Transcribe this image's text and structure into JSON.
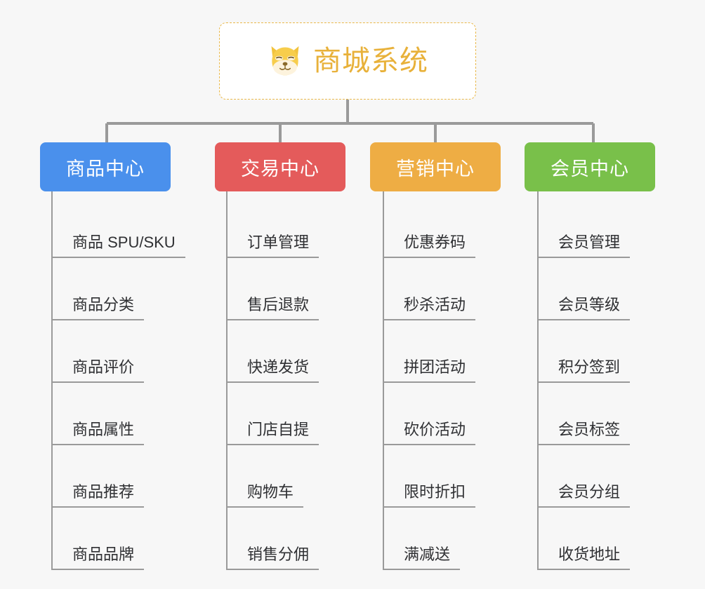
{
  "root": {
    "title": "商城系统",
    "icon": "shiba-dog-icon",
    "title_color": "#e8b13a",
    "border_color": "#e9b84a",
    "background": "#ffffff"
  },
  "canvas": {
    "background": "#f7f7f7",
    "connector_color": "#9a9a9a"
  },
  "branches": [
    {
      "label": "商品中心",
      "color": "#4a90ec",
      "items": [
        {
          "label": "商品 SPU/SKU"
        },
        {
          "label": "商品分类"
        },
        {
          "label": "商品评价"
        },
        {
          "label": "商品属性"
        },
        {
          "label": "商品推荐"
        },
        {
          "label": "商品品牌"
        }
      ]
    },
    {
      "label": "交易中心",
      "color": "#e45b5b",
      "items": [
        {
          "label": "订单管理"
        },
        {
          "label": "售后退款"
        },
        {
          "label": "快递发货"
        },
        {
          "label": "门店自提"
        },
        {
          "label": "购物车"
        },
        {
          "label": "销售分佣"
        }
      ]
    },
    {
      "label": "营销中心",
      "color": "#eead44",
      "items": [
        {
          "label": "优惠券码"
        },
        {
          "label": "秒杀活动"
        },
        {
          "label": "拼团活动"
        },
        {
          "label": "砍价活动"
        },
        {
          "label": "限时折扣"
        },
        {
          "label": "满减送"
        }
      ]
    },
    {
      "label": "会员中心",
      "color": "#79c04a",
      "items": [
        {
          "label": "会员管理"
        },
        {
          "label": "会员等级"
        },
        {
          "label": "积分签到"
        },
        {
          "label": "会员标签"
        },
        {
          "label": "会员分组"
        },
        {
          "label": "收货地址"
        }
      ]
    }
  ]
}
